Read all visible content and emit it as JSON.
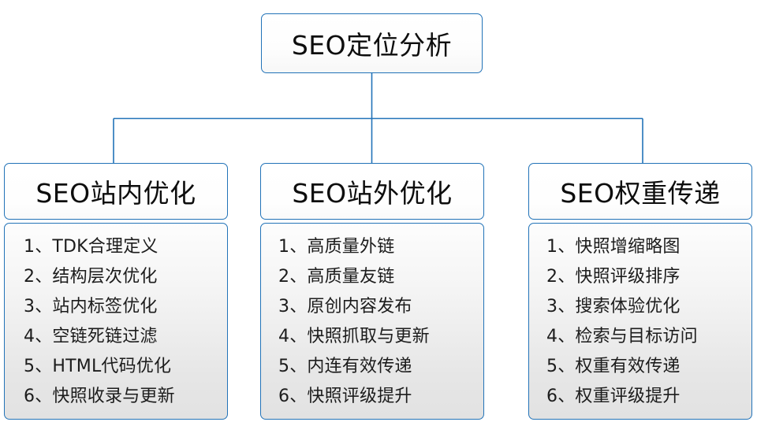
{
  "diagram": {
    "title": "SEO定位分析",
    "accent_color": "#2273b8",
    "text_color": "#0d0d0d",
    "item_text_color": "#1c1c1c",
    "body_fill_top": "#fdfdfd",
    "body_fill_bottom": "#e2e2e2",
    "header_fill": "#ffffff"
  },
  "root": {
    "label": "SEO定位分析"
  },
  "branches": [
    {
      "header": "SEO站内优化",
      "items": [
        "1、TDK合理定义",
        "2、结构层次优化",
        "3、站内标签优化",
        "4、空链死链过滤",
        "5、HTML代码优化",
        "6、快照收录与更新"
      ]
    },
    {
      "header": "SEO站外优化",
      "items": [
        "1、高质量外链",
        "2、高质量友链",
        "3、原创内容发布",
        "4、快照抓取与更新",
        "5、内连有效传递",
        "6、快照评级提升"
      ]
    },
    {
      "header": "SEO权重传递",
      "items": [
        "1、快照增缩略图",
        "2、快照评级排序",
        "3、搜索体验优化",
        "4、检索与目标访问",
        "5、权重有效传递",
        "6、权重评级提升"
      ]
    }
  ]
}
